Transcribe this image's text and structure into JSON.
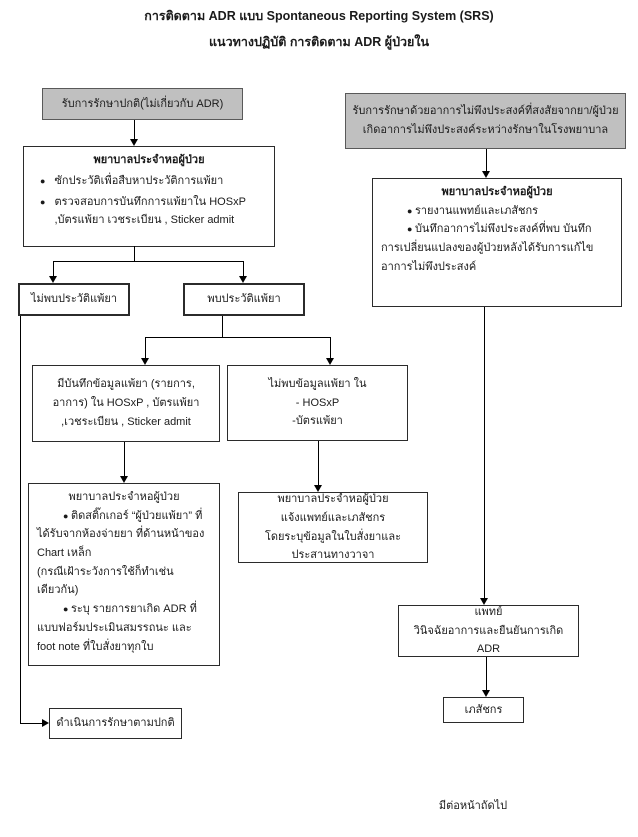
{
  "page": {
    "title1": "การติดตาม  ADR แบบ  Spontaneous Reporting System (SRS)",
    "title2": "แนวทางปฏิบัติ การติดตาม ADR ผู้ป่วยใน",
    "footer": "มีต่อหน้าถัดไป"
  },
  "colors": {
    "terminator_fill": "#c0c0c0",
    "box_border": "#2b2b2b",
    "line": "#000000"
  },
  "flow_left": {
    "start_normal": "รับการรักษาปกติ(ไม่เกี่ยวกับ ADR)",
    "nurse_check": {
      "title": "พยาบาลประจำหอผู้ป่วย",
      "bullets": [
        "ซักประวัติเพื่อสืบหาประวัติการแพ้ยา",
        "ตรวจสอบการบันทึกการแพ้ยาใน  HOSxP ,บัตรแพ้ยา เวชระเบียน , Sticker admit"
      ]
    },
    "no_history": "ไม่พบประวัติแพ้ยา",
    "found_history": "พบประวัติแพ้ยา",
    "has_record": "มีบันทึกข้อมูลแพ้ยา (รายการ, อาการ) ใน HOSxP , บัตรแพ้ยา ,เวชระเบียน , Sticker admit",
    "no_record": {
      "title": "ไม่พบข้อมูลแพ้ยา ใน",
      "items": [
        "- HOSxP",
        "-บัตรแพ้ยา"
      ]
    },
    "nurse_sticker": {
      "title": "พยาบาลประจำหอผู้ป่วย",
      "bullet1": "ติดสติ๊กเกอร์  “ผู้ป่วยแพ้ยา” ที่ได้รับจากห้องจ่ายยา  ที่ด้านหน้าของ Chart เหล็ก",
      "note": "(กรณีเฝ้าระวังการใช้ก็ทำเช่นเดียวกัน)",
      "bullet2": "ระบุ รายการยาเกิด  ADR ที่แบบฟอร์มประเมินสมรรถนะ และ foot note ที่ใบสั่งยาทุกใบ"
    },
    "nurse_inform": {
      "line1": "พยาบาลประจำหอผู้ป่วย",
      "line2": "แจ้งแพทย์และเภสัชกร",
      "line3": "โดยระบุข้อมูลในใบสั่งยาและประสานทางวาจา"
    },
    "normal_treatment": "ดำเนินการรักษาตามปกติ"
  },
  "flow_right": {
    "start_adr": {
      "line1": "รับการรักษาด้วยอาการไม่พึงประสงค์ที่สงสัยจากยา/ผู้ป่วย",
      "line2": "เกิดอาการไม่พึงประสงค์ระหว่างรักษาในโรงพยาบาล"
    },
    "nurse_report": {
      "title": "พยาบาลประจำหอผู้ป่วย",
      "bullet1": "รายงานแพทย์และเภสัชกร",
      "bullet2": "บันทึกอาการไม่พึงประสงค์ที่พบ บันทึก",
      "cont1": "การเปลี่ยนแปลงของผู้ป่วยหลังได้รับการแก้ไข",
      "cont2": "อาการไม่พึงประสงค์"
    },
    "doctor": {
      "line1": "แพทย์",
      "line2": "วินิจฉัยอาการและยืนยันการเกิด ADR"
    },
    "pharmacist": "เภสัชกร"
  }
}
